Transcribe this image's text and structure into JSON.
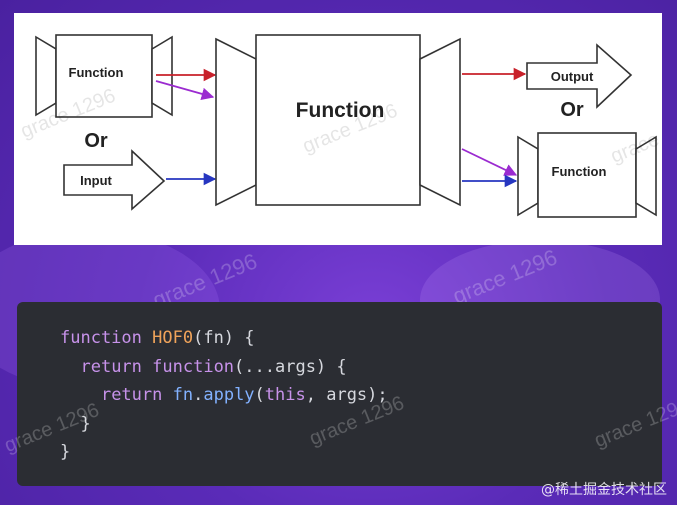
{
  "diagram": {
    "left_function_label": "Function",
    "or_left": "Or",
    "input_label": "Input",
    "center_function_label": "Function",
    "output_label": "Output",
    "or_right": "Or",
    "right_function_label": "Function",
    "colors": {
      "red_arrow": "#c8202a",
      "purple_arrow": "#9b2bd0",
      "blue_arrow": "#2636c0"
    }
  },
  "code": {
    "lines": [
      {
        "kw": "function",
        "name": "HOF0",
        "rest": "(fn) {"
      },
      {
        "kw": "return",
        "name": "function",
        "rest": "(...args) {"
      },
      {
        "kw": "return",
        "obj": "fn",
        "dot": ".",
        "method": "apply",
        "open": "(",
        "this": "this",
        "rest": ", args);"
      },
      {
        "plain": "}"
      },
      {
        "plain": "}"
      }
    ]
  },
  "watermark_text": "grace 1296",
  "footer": {
    "credit": "@稀土掘金技术社区"
  }
}
